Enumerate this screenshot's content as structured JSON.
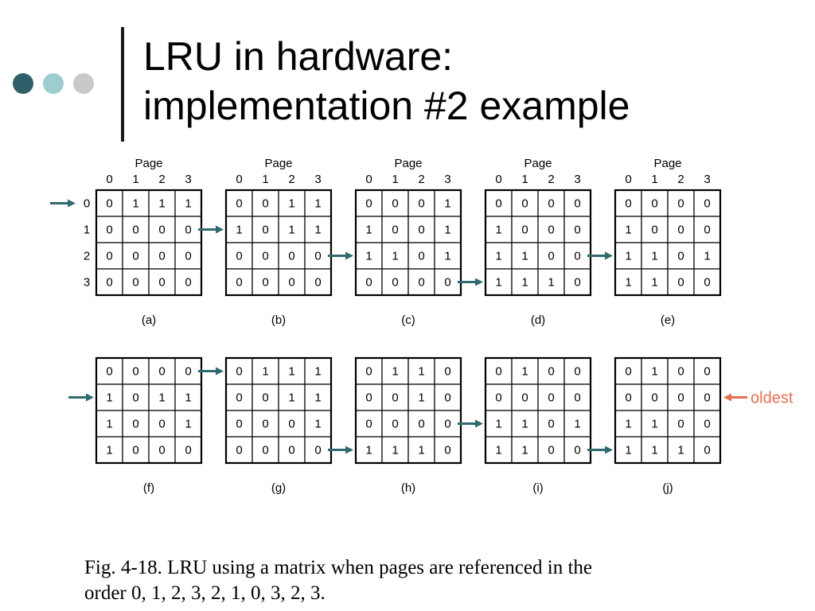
{
  "slide": {
    "title_line1": "LRU in hardware:",
    "title_line2": "implementation #2 example",
    "caption_line1": "Fig. 4-18. LRU using a matrix when pages are referenced in the",
    "caption_line2": "order 0, 1, 2, 3, 2, 1, 0, 3, 2, 3.",
    "dot_colors": [
      "#2f5f69",
      "#9ecdd1",
      "#c9c9c9"
    ],
    "bar_color": "#1a1a1a"
  },
  "diagram": {
    "page_header": "Page",
    "column_labels": [
      "0",
      "1",
      "2",
      "3"
    ],
    "row_labels": [
      "0",
      "1",
      "2",
      "3"
    ],
    "oldest_label": "oldest",
    "arrow_color": "#2f6a6f",
    "oldest_color": "#e2704f",
    "matrices": [
      {
        "label": "(a)",
        "arrow_row": 0,
        "cells": [
          [
            0,
            1,
            1,
            1
          ],
          [
            0,
            0,
            0,
            0
          ],
          [
            0,
            0,
            0,
            0
          ],
          [
            0,
            0,
            0,
            0
          ]
        ]
      },
      {
        "label": "(b)",
        "arrow_row": 1,
        "cells": [
          [
            0,
            0,
            1,
            1
          ],
          [
            1,
            0,
            1,
            1
          ],
          [
            0,
            0,
            0,
            0
          ],
          [
            0,
            0,
            0,
            0
          ]
        ]
      },
      {
        "label": "(c)",
        "arrow_row": 2,
        "cells": [
          [
            0,
            0,
            0,
            1
          ],
          [
            1,
            0,
            0,
            1
          ],
          [
            1,
            1,
            0,
            1
          ],
          [
            0,
            0,
            0,
            0
          ]
        ]
      },
      {
        "label": "(d)",
        "arrow_row": 3,
        "cells": [
          [
            0,
            0,
            0,
            0
          ],
          [
            1,
            0,
            0,
            0
          ],
          [
            1,
            1,
            0,
            0
          ],
          [
            1,
            1,
            1,
            0
          ]
        ]
      },
      {
        "label": "(e)",
        "arrow_row": 2,
        "cells": [
          [
            0,
            0,
            0,
            0
          ],
          [
            1,
            0,
            0,
            0
          ],
          [
            1,
            1,
            0,
            1
          ],
          [
            1,
            1,
            0,
            0
          ]
        ]
      },
      {
        "label": "(f)",
        "arrow_row": 1,
        "cells": [
          [
            0,
            0,
            0,
            0
          ],
          [
            1,
            0,
            1,
            1
          ],
          [
            1,
            0,
            0,
            1
          ],
          [
            1,
            0,
            0,
            0
          ]
        ]
      },
      {
        "label": "(g)",
        "arrow_row": 0,
        "cells": [
          [
            0,
            1,
            1,
            1
          ],
          [
            0,
            0,
            1,
            1
          ],
          [
            0,
            0,
            0,
            1
          ],
          [
            0,
            0,
            0,
            0
          ]
        ]
      },
      {
        "label": "(h)",
        "arrow_row": 3,
        "cells": [
          [
            0,
            1,
            1,
            0
          ],
          [
            0,
            0,
            1,
            0
          ],
          [
            0,
            0,
            0,
            0
          ],
          [
            1,
            1,
            1,
            0
          ]
        ]
      },
      {
        "label": "(i)",
        "arrow_row": 2,
        "cells": [
          [
            0,
            1,
            0,
            0
          ],
          [
            0,
            0,
            0,
            0
          ],
          [
            1,
            1,
            0,
            1
          ],
          [
            1,
            1,
            0,
            0
          ]
        ]
      },
      {
        "label": "(j)",
        "arrow_row": 3,
        "cells": [
          [
            0,
            1,
            0,
            0
          ],
          [
            0,
            0,
            0,
            0
          ],
          [
            1,
            1,
            0,
            0
          ],
          [
            1,
            1,
            1,
            0
          ]
        ]
      }
    ],
    "oldest_row": 1
  }
}
